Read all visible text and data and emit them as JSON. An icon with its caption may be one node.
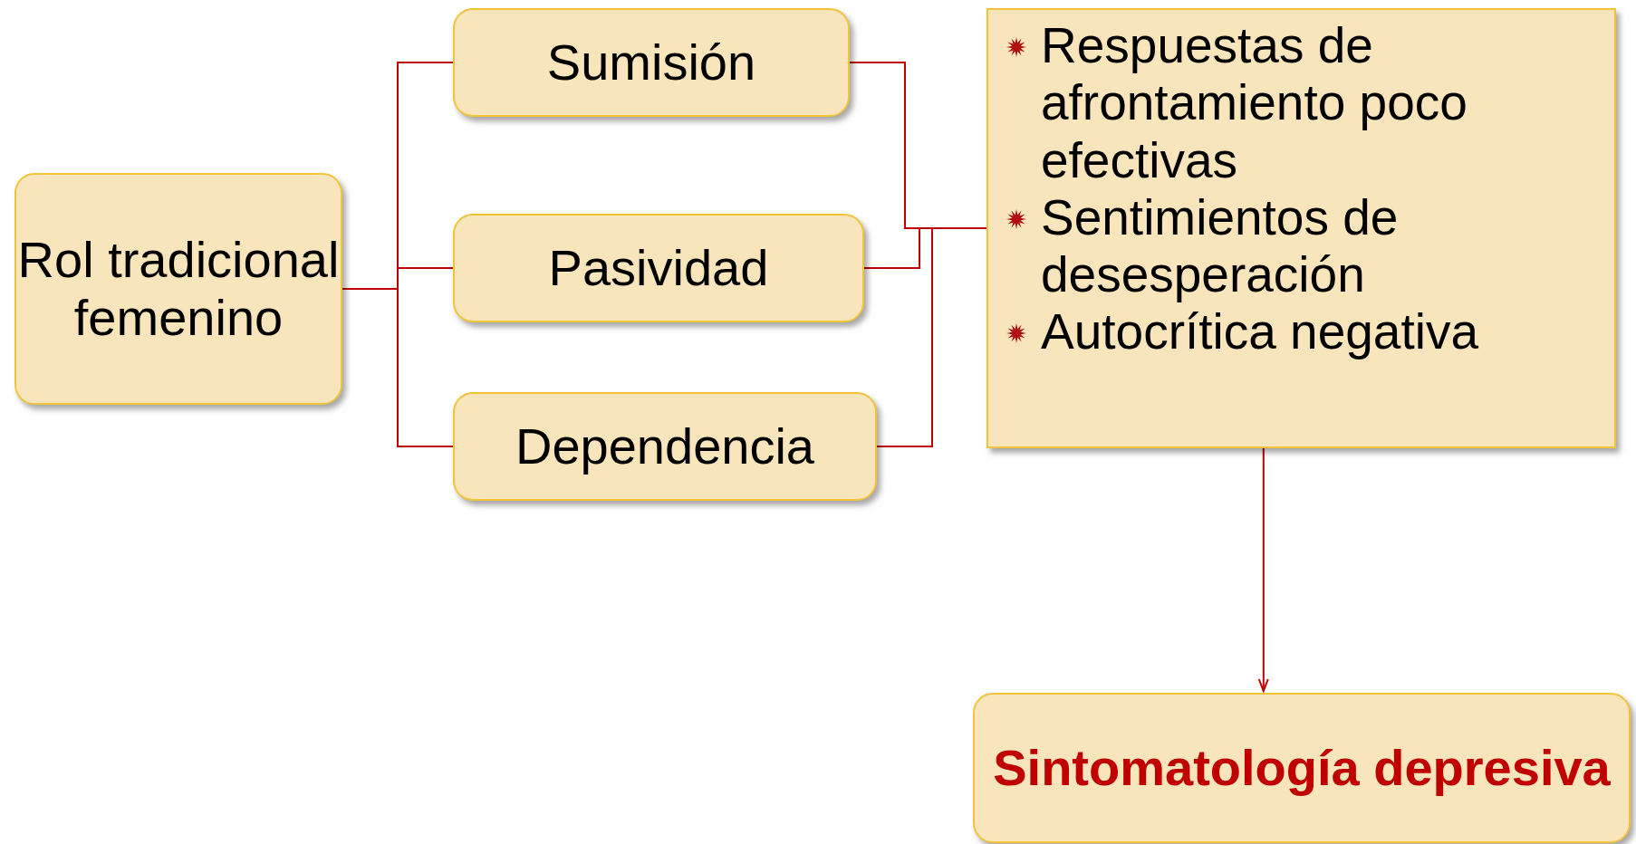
{
  "diagram": {
    "nodes": [
      {
        "text": [
          "Rol tradicional femenino"
        ]
      },
      {
        "text": [
          "Sumisión"
        ]
      },
      {
        "text": [
          "Pasividad"
        ]
      },
      {
        "text": [
          "Dependencia"
        ]
      },
      {
        "text": [
          "Respuestas de afrontamiento poco efectivas",
          "Sentimientos de desesperación",
          "Autocrítica negativa"
        ]
      },
      {
        "text": [
          "Sintomatología depresiva"
        ]
      }
    ],
    "edges": [
      {
        "from": 0,
        "to": 1,
        "arrow": "none"
      },
      {
        "from": 0,
        "to": 2,
        "arrow": "none"
      },
      {
        "from": 0,
        "to": 3,
        "arrow": "none"
      },
      {
        "from": 1,
        "to": 4,
        "arrow": "none"
      },
      {
        "from": 2,
        "to": 4,
        "arrow": "none"
      },
      {
        "from": 3,
        "to": 4,
        "arrow": "none"
      },
      {
        "from": 4,
        "to": 5,
        "arrow": "to"
      }
    ]
  }
}
